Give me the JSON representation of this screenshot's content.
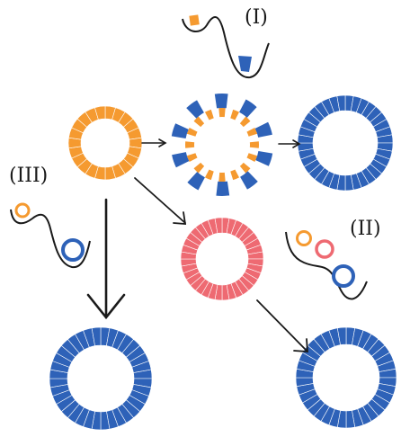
{
  "labels": {
    "i": "(I)",
    "ii": "(II)",
    "iii": "(III)"
  },
  "colors": {
    "orange": "#F59A30",
    "blue": "#2E62B8",
    "red": "#EE6A72",
    "line": "#1a1a1a",
    "seam": "#ffffff"
  },
  "rings": [
    {
      "id": "orange-start-ring",
      "color": "orange",
      "segments": 22
    },
    {
      "id": "blue-ring-right",
      "color": "blue",
      "segments": 36
    },
    {
      "id": "red-ring",
      "color": "red",
      "segments": 36
    },
    {
      "id": "blue-ring-bottom-left",
      "color": "blue",
      "segments": 36
    },
    {
      "id": "blue-ring-bottom-right",
      "color": "blue",
      "segments": 36
    }
  ],
  "transition_ring": {
    "orange_dashes": 16,
    "blue_blocks": 10
  },
  "energy_landscapes": [
    {
      "id": "landscape-i",
      "beads": [
        "orange-square",
        "blue-trapezoid"
      ]
    },
    {
      "id": "landscape-ii",
      "beads": [
        "orange",
        "red",
        "blue"
      ]
    },
    {
      "id": "landscape-iii",
      "beads": [
        "orange",
        "blue"
      ]
    }
  ]
}
